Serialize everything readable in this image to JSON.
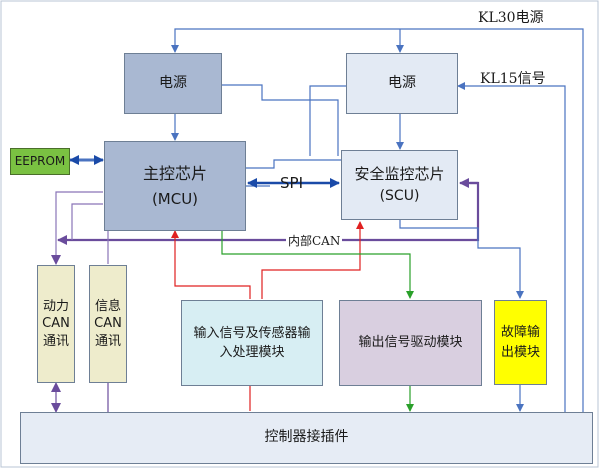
{
  "diagram": {
    "labels": {
      "kl30": "KL30电源",
      "kl15": "KL15信号",
      "spi": "SPI",
      "internal_can": "内部CAN"
    },
    "blocks": {
      "power_mcu": "电源",
      "power_scu": "电源",
      "eeprom": "EEPROM",
      "mcu_line1": "主控芯片",
      "mcu_line2": "(MCU)",
      "scu_line1": "安全监控芯片",
      "scu_line2": "(SCU)",
      "power_can": "动力CAN通讯",
      "info_can": "信息CAN通讯",
      "input_module": "输入信号及传感器输入处理模块",
      "output_module": "输出信号驱动模块",
      "fault_module": "故障输出模块",
      "connector": "控制器接插件"
    },
    "colors": {
      "power_fill": "#a9b8d2",
      "power2_fill": "#e3eaf4",
      "mcu_fill": "#a9b8d2",
      "scu_fill": "#e3eaf4",
      "eeprom_fill": "#7ac142",
      "can_fill": "#eeeccc",
      "input_fill": "#d7eef3",
      "output_fill": "#d9cfe0",
      "fault_fill": "#ffff00",
      "connector_fill": "#e6ecf5",
      "wire_blue": "#4a73c0",
      "wire_purple": "#6a4c9c",
      "wire_red": "#e02020",
      "wire_green": "#2aa02a"
    }
  }
}
